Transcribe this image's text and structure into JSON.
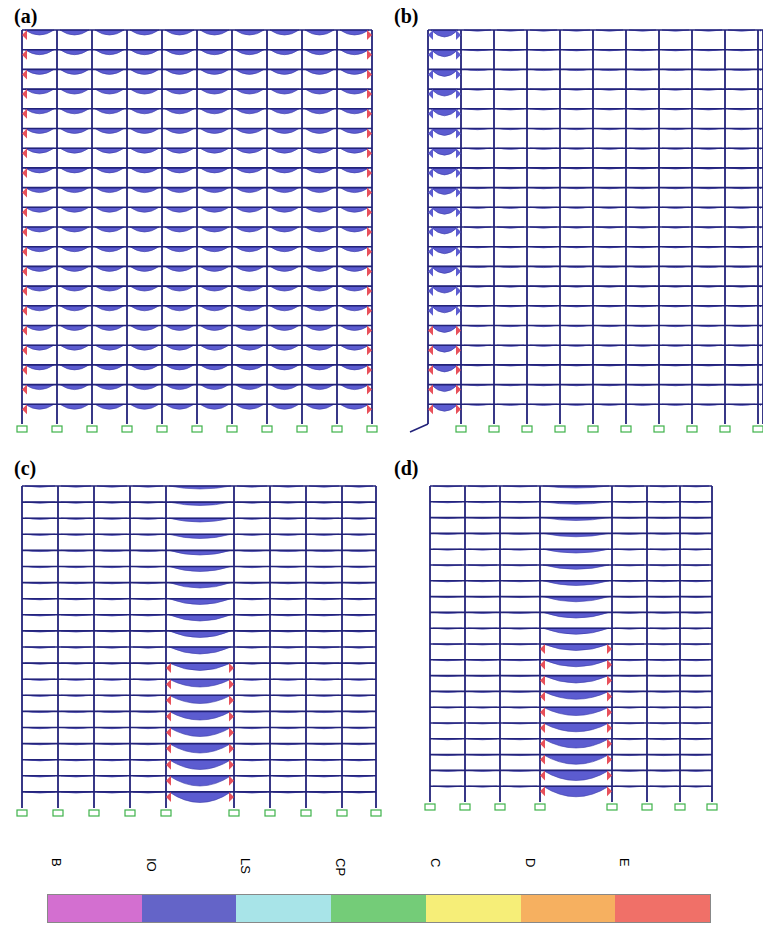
{
  "diagram": {
    "labels": [
      "(a)",
      "(b)",
      "(c)",
      "(d)"
    ],
    "legend": [
      {
        "text": "B",
        "color": "#d36fd0"
      },
      {
        "text": "IO",
        "color": "#6464c8"
      },
      {
        "text": "LS",
        "color": "#a8e4e8"
      },
      {
        "text": "CP",
        "color": "#74cc78"
      },
      {
        "text": "C",
        "color": "#f6ee78"
      },
      {
        "text": "D",
        "color": "#f6b060"
      },
      {
        "text": "E",
        "color": "#f07068"
      }
    ]
  }
}
